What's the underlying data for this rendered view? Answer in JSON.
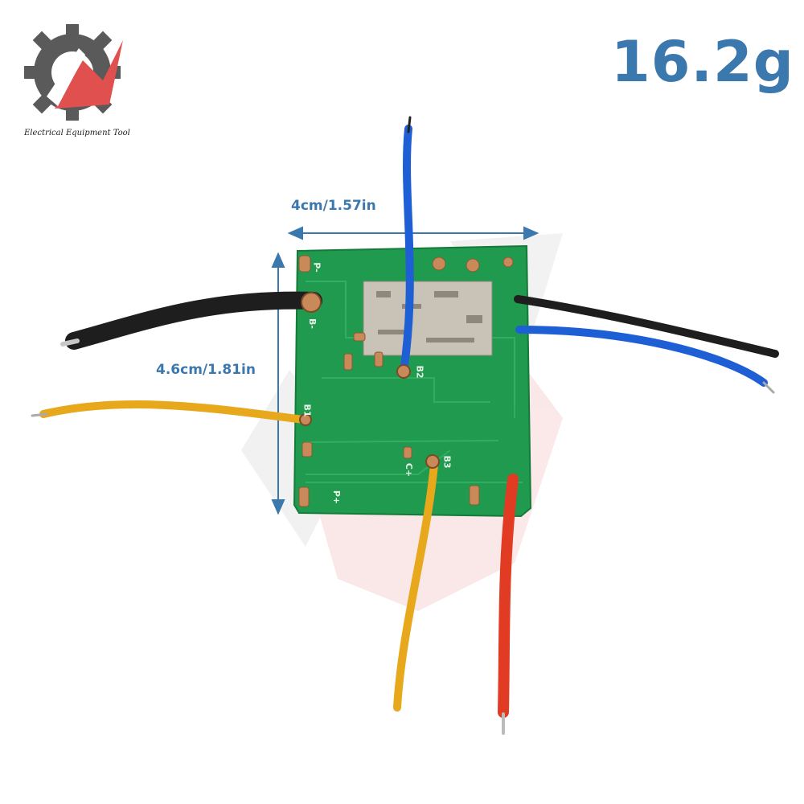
{
  "brand": {
    "name": "Electrical Equipment Tool",
    "colors": {
      "gear": "#5a5a5a",
      "accent": "#e0504f"
    }
  },
  "product": {
    "weight": "16.2g",
    "width_label": "4cm/1.57in",
    "height_label": "4.6cm/1.81in"
  },
  "board": {
    "color": "#1f9a4f",
    "pad_labels": [
      "P-",
      "B-",
      "B1",
      "B2",
      "B3",
      "C+",
      "P+"
    ]
  },
  "wires": [
    {
      "color_name": "black",
      "hex": "#1e1e1e"
    },
    {
      "color_name": "yellow",
      "hex": "#e7a81b"
    },
    {
      "color_name": "blue",
      "hex": "#1f5fd6"
    },
    {
      "color_name": "yellow",
      "hex": "#e7a81b"
    },
    {
      "color_name": "red",
      "hex": "#e23b24"
    },
    {
      "color_name": "black",
      "hex": "#1e1e1e"
    },
    {
      "color_name": "blue",
      "hex": "#1f5fd6"
    }
  ],
  "dimension_color": "#3b78ad"
}
